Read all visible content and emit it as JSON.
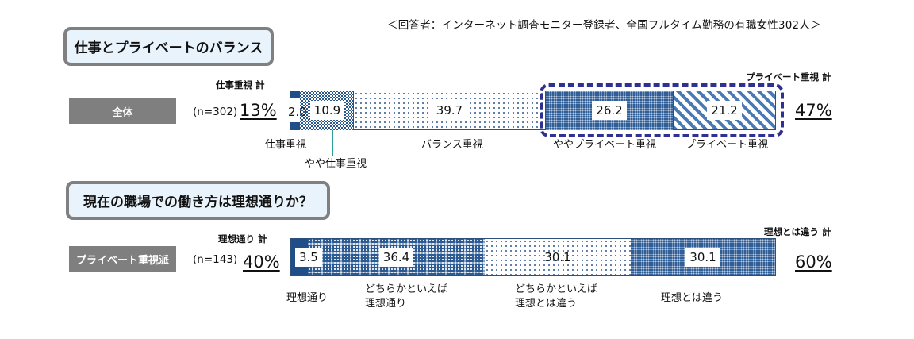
{
  "note": "＜回答者：インターネット調査モニター登録者、全国フルタイム勤務の有職女性302人＞",
  "sections": [
    {
      "title": "仕事とプライベートのバランス",
      "group_label": "全体",
      "n": "(n=302)",
      "left_total_caption": "仕事重視  計",
      "left_total": "13%",
      "right_total_caption": "プライベート重視  計",
      "right_total": "47%",
      "segments": [
        {
          "label": "仕事重視",
          "value": "2.0"
        },
        {
          "label": "やや仕事重視",
          "value": "10.9"
        },
        {
          "label": "バランス重視",
          "value": "39.7"
        },
        {
          "label": "ややプライベート重視",
          "value": "26.2"
        },
        {
          "label": "プライベート重視",
          "value": "21.2"
        }
      ]
    },
    {
      "title": "現在の職場での働き方は理想通りか？",
      "group_label": "プライベート重視派",
      "n": "(n=143)",
      "left_total_caption": "理想通り  計",
      "left_total": "40%",
      "right_total_caption": "理想とは違う  計",
      "right_total": "60%",
      "segments": [
        {
          "label": "理想通り",
          "value": "3.5"
        },
        {
          "label_line1": "どちらかといえば",
          "label_line2": "理想通り",
          "value": "36.4"
        },
        {
          "label_line1": "どちらかといえば",
          "label_line2": "理想とは違う",
          "value": "30.1"
        },
        {
          "label": "理想とは違う",
          "value": "30.1"
        }
      ]
    }
  ],
  "chart_data": [
    {
      "type": "bar",
      "orientation": "horizontal-stacked-100",
      "title": "仕事とプライベートのバランス",
      "categories": [
        "全体 (n=302)"
      ],
      "series": [
        {
          "name": "仕事重視",
          "values": [
            2.0
          ]
        },
        {
          "name": "やや仕事重視",
          "values": [
            10.9
          ]
        },
        {
          "name": "バランス重視",
          "values": [
            39.7
          ]
        },
        {
          "name": "ややプライベート重視",
          "values": [
            26.2
          ]
        },
        {
          "name": "プライベート重視",
          "values": [
            21.2
          ]
        }
      ],
      "annotations": {
        "仕事重視 計": "13%",
        "プライベート重視 計": "47%"
      },
      "xlim": [
        0,
        100
      ],
      "units": "%"
    },
    {
      "type": "bar",
      "orientation": "horizontal-stacked-100",
      "title": "現在の職場での働き方は理想通りか？",
      "categories": [
        "プライベート重視派 (n=143)"
      ],
      "series": [
        {
          "name": "理想通り",
          "values": [
            3.5
          ]
        },
        {
          "name": "どちらかといえば理想通り",
          "values": [
            36.4
          ]
        },
        {
          "name": "どちらかといえば理想とは違う",
          "values": [
            30.1
          ]
        },
        {
          "name": "理想とは違う",
          "values": [
            30.1
          ]
        }
      ],
      "annotations": {
        "理想通り 計": "40%",
        "理想とは違う 計": "60%"
      },
      "xlim": [
        0,
        100
      ],
      "units": "%"
    }
  ]
}
